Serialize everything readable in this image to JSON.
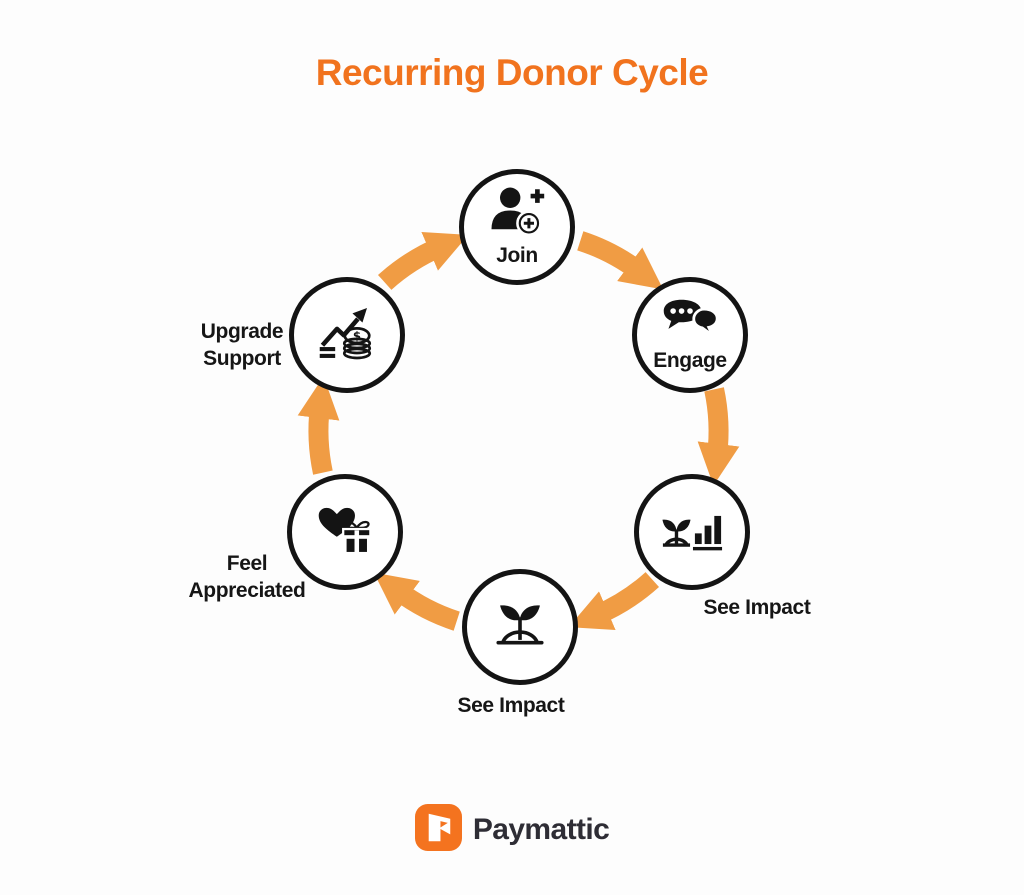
{
  "title": "Recurring Donor Cycle",
  "brand": {
    "name": "Paymattic"
  },
  "colors": {
    "title": "#F1731E",
    "arrow": "#F09C44",
    "icon": "#141414",
    "node_border": "#141414",
    "label": "#161616",
    "logo": "#F4731F",
    "logo_text": "#2E2D35",
    "background": "#FDFDFD"
  },
  "cycle": {
    "direction": "clockwise",
    "nodes": [
      {
        "label": "Join",
        "icon": "user-plus-icon"
      },
      {
        "label": "Engage",
        "icon": "chat-bubbles-icon"
      },
      {
        "label": "See Impact",
        "icon": "sprout-bar-chart-icon"
      },
      {
        "label": "See Impact",
        "icon": "seedling-icon"
      },
      {
        "label": "Feel Appreciated",
        "icon": "heart-gift-icon"
      },
      {
        "label": "Upgrade Support",
        "icon": "growth-coins-icon"
      }
    ]
  }
}
